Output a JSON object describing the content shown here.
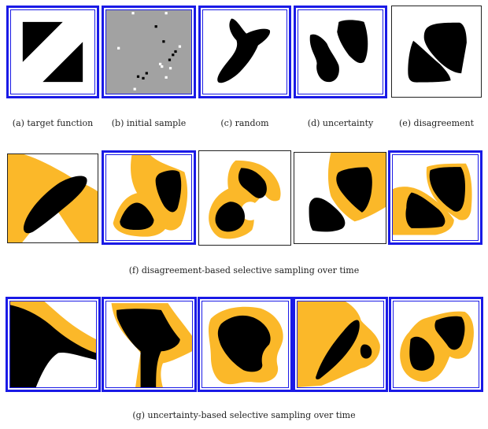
{
  "colors": {
    "accent_frame": "#1a1ae6",
    "region": "#000000",
    "disagreement": "#fbb829",
    "sample_bg": "#a2a2a2"
  },
  "captions": {
    "a": "(a) target function",
    "b": "(b) initial sample",
    "c": "(c) random",
    "d": "(d) uncertainty",
    "e": "(e) disagreement",
    "f": "(f) disagreement-based selective sampling over time",
    "g": "(g) uncertainty-based selective sampling over time"
  }
}
